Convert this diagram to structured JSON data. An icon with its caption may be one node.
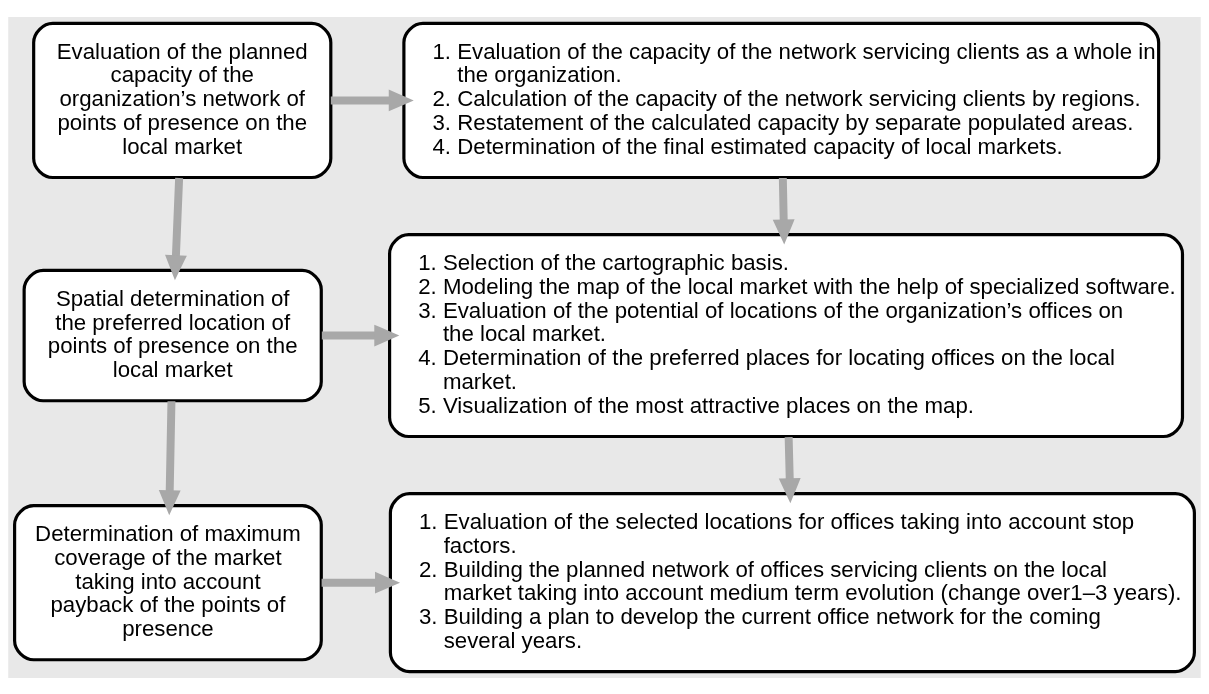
{
  "diagram": {
    "nodes": [
      {
        "text": [
          "Evaluation of the planned capacity of the organization’s network of points of presence on the local market"
        ]
      },
      {
        "text": [
          "1. Evaluation of the capacity of the network servicing clients as a whole in the organization.",
          "2. Calculation of the capacity of the network servicing clients by regions.",
          "3. Restatement of the calculated capacity by separate populated areas.",
          "4. Determination of the final estimated capacity of local markets."
        ]
      },
      {
        "text": [
          "Spatial determination of the preferred location of points of presence on the local market"
        ]
      },
      {
        "text": [
          "1. Selection of the cartographic basis.",
          "2. Modeling the map of the local market with the help of specialized software.",
          "3. Evaluation of the potential of locations of the organization’s offices on the local market.",
          "4. Determination of the preferred places for locating offices on the local market.",
          "5. Visualization of the most attractive places on the map."
        ]
      },
      {
        "text": [
          "Determination of maximum coverage of the market taking into account payback of the points of presence"
        ]
      },
      {
        "text": [
          "1. Evaluation of the selected locations for offices taking into account stop factors.",
          "2. Building the planned network of offices servicing clients on the local market taking into account medium term evolution (change over1–3 years).",
          "3. Building a plan to develop the current office network for the coming several years."
        ]
      }
    ],
    "edges": [
      {
        "from": 0,
        "to": 1,
        "arrow": "to"
      },
      {
        "from": 0,
        "to": 2,
        "arrow": "to"
      },
      {
        "from": 1,
        "to": 3,
        "arrow": "to"
      },
      {
        "from": 2,
        "to": 3,
        "arrow": "to"
      },
      {
        "from": 2,
        "to": 4,
        "arrow": "to"
      },
      {
        "from": 3,
        "to": 5,
        "arrow": "to"
      },
      {
        "from": 4,
        "to": 5,
        "arrow": "to"
      }
    ]
  }
}
